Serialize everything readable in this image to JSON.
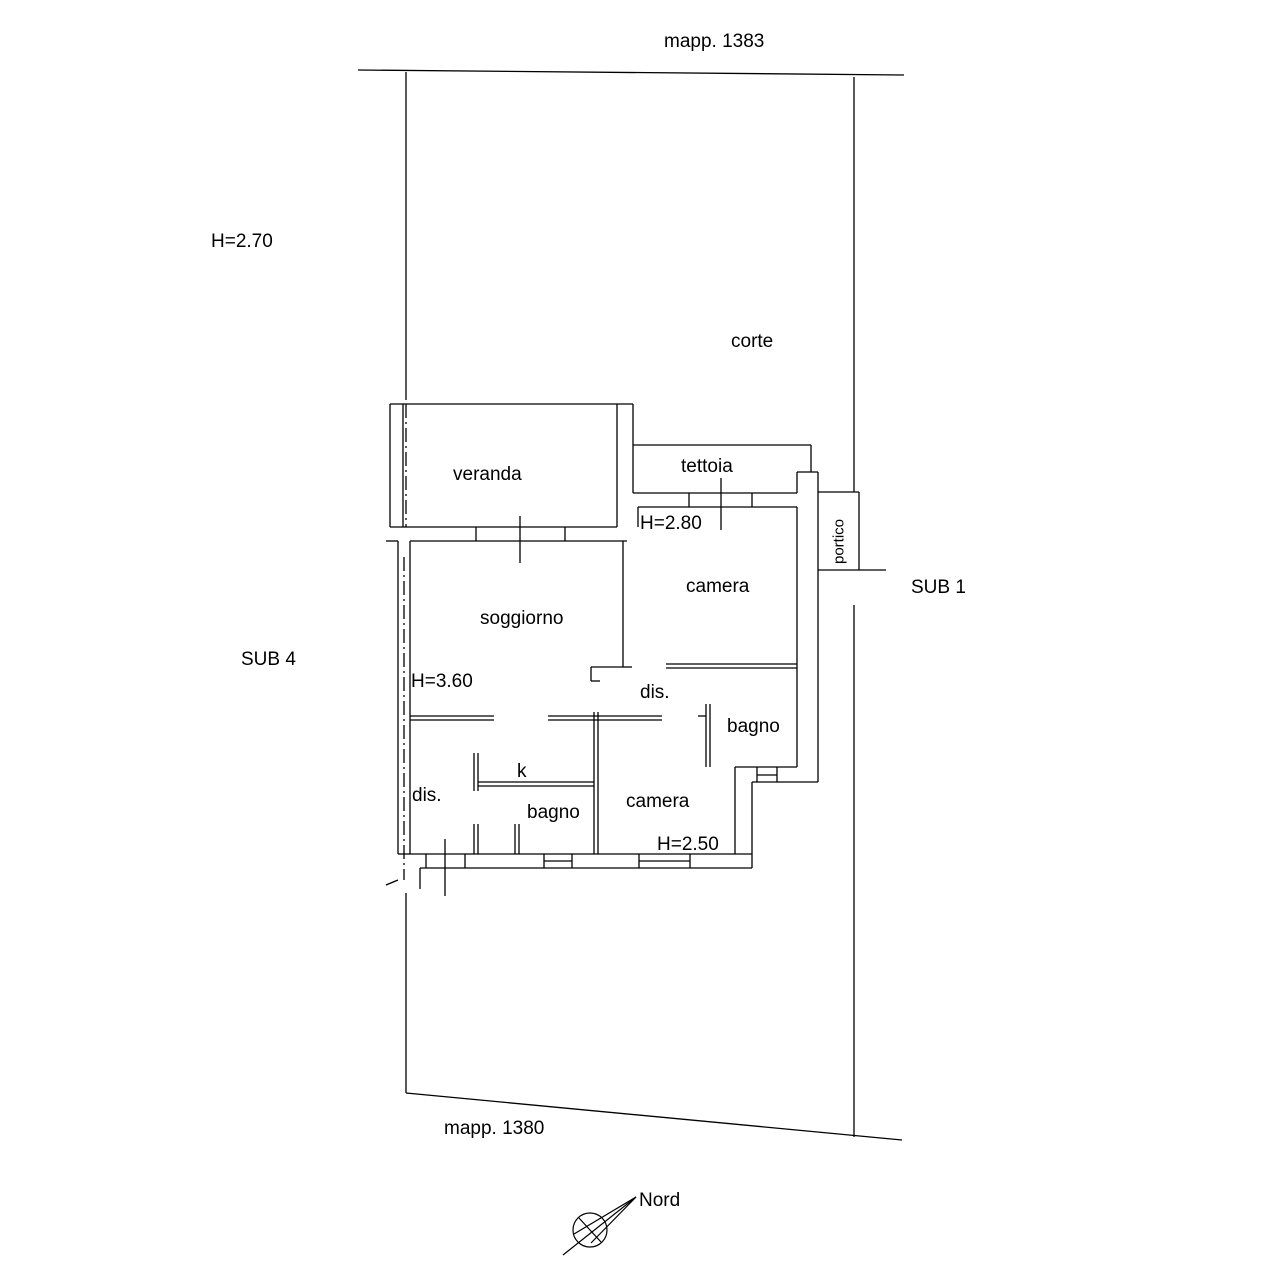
{
  "colors": {
    "ink": "#000000",
    "background": "#ffffff"
  },
  "labels": {
    "mapp_top": "mapp. 1383",
    "mapp_bottom": "mapp. 1380",
    "height_outside": "H=2.70",
    "corte": "corte",
    "veranda": "veranda",
    "tettoia": "tettoia",
    "height_camera_top": "H=2.80",
    "portico": "portico",
    "sub_right": "SUB 1",
    "sub_left": "SUB 4",
    "camera_top": "camera",
    "soggiorno": "soggiorno",
    "height_soggiorno": "H=3.60",
    "dis_center": "dis.",
    "bagno_right": "bagno",
    "k": "k",
    "dis_left": "dis.",
    "bagno_left": "bagno",
    "camera_bottom": "camera",
    "height_camera_bottom": "H=2.50",
    "north": "Nord"
  }
}
